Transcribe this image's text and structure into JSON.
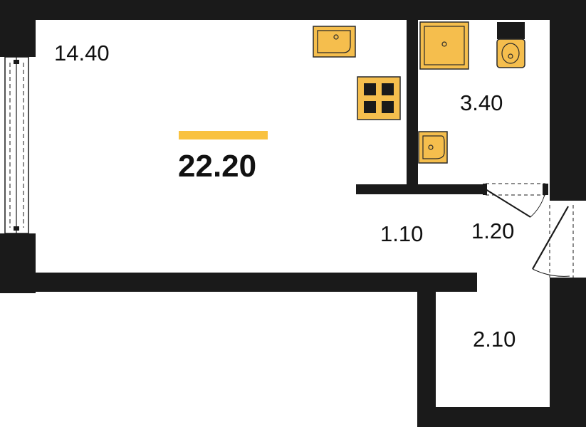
{
  "plan": {
    "total_area": "22.20",
    "rooms": [
      {
        "area": "14.40"
      },
      {
        "area": "3.40"
      },
      {
        "area": "1.10"
      },
      {
        "area": "1.20"
      },
      {
        "area": "2.10"
      }
    ]
  },
  "colors": {
    "wall": "#1a1a1a",
    "fixture_fill": "#f5be4d",
    "fixture_stroke": "#2a2a2a",
    "accent_bar": "#f9c240",
    "text": "#111111"
  }
}
